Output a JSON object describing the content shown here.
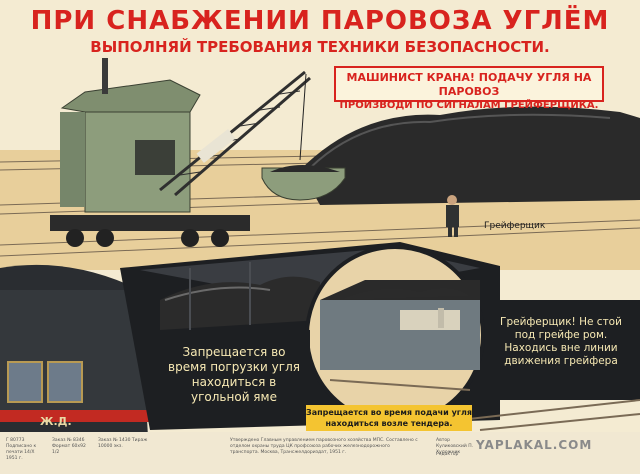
{
  "title": "ПРИ СНАБЖЕНИИ ПАРОВОЗА УГЛЁМ",
  "subtitle": "ВЫПОЛНЯЙ ТРЕБОВАНИЯ ТЕХНИКИ БЕЗОПАСНОСТИ.",
  "crane_notice": {
    "line1": "МАШИНИСТ КРАНА! ПОДАЧУ УГЛЯ НА ПАРОВОЗ",
    "line2": "ПРОИЗВОДИ ПО СИГНАЛАМ ГРЕЙФЕРЩИКА."
  },
  "grab_operator_label": "Грейферщик",
  "warning_pit": "Запрещается во время погрузки угля находиться в угольной яме",
  "warning_grab": "Грейферщик! Не стой под грейфе ром. Находись вне линии движения грейфера",
  "warning_tender": "Запрещается во время подачи угля находиться возле тендера.",
  "car_sign": "Ж.Д.",
  "footer": {
    "col1": "Г 80773 Подписано к печати 14/X 1951 г.",
    "col2": "Заказ № 8346 Формат 60х92 1/2",
    "col3": "Заказ № 1430 Тираж 10000 экз.",
    "col4": "Утверждено Главным управлением паровозного хозяйства МПС. Составлено с отделом охраны труда ЦК профсоюза рабочих железнодорожного транспорта. Москва, Трансжелдориздат, 1951 г.",
    "col5": "Автор Куликовский П. Художник",
    "col6": "Редактор"
  },
  "watermark": "YAPLAKAL.COM",
  "colors": {
    "title_red": "#d8231e",
    "tender_black": "#1d1f22",
    "crane_green": "#8d9d7c",
    "coal": "#2b2b2b",
    "warning_yellow": "#f4c431",
    "sky": "#f5ecd4"
  }
}
